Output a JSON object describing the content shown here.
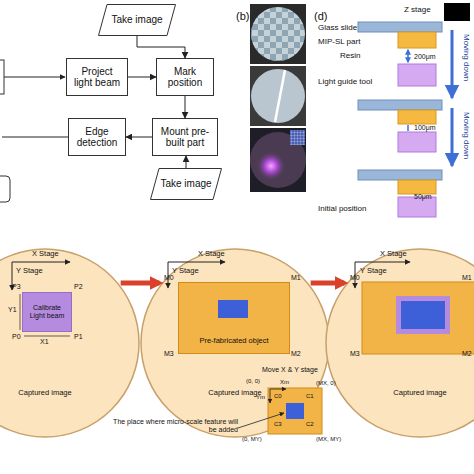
{
  "diagram": {
    "nodes": [
      {
        "text": [
          "Take image"
        ]
      },
      {
        "text": [
          "Project light beam"
        ]
      },
      {
        "text": [
          "Mark position"
        ]
      },
      {
        "text": [
          "Mount pre-built part"
        ]
      },
      {
        "text": [
          "Edge detection"
        ]
      },
      {
        "text": [
          "Take image"
        ]
      },
      {
        "text": [
          "Captured image"
        ]
      },
      {
        "text": [
          "Calibrate Light beam"
        ],
        "in": 6
      },
      {
        "text": [
          "Captured image"
        ]
      },
      {
        "text": [
          "Pre-fabricated object"
        ],
        "in": 8
      },
      {
        "text": [
          "Captured image"
        ]
      }
    ],
    "edges": [
      {
        "from": 1,
        "to": 2,
        "arrow": "to"
      },
      {
        "from": 0,
        "to": 2,
        "arrow": "to"
      },
      {
        "from": 2,
        "to": 3,
        "arrow": "to"
      },
      {
        "from": 5,
        "to": 3,
        "arrow": "to"
      },
      {
        "from": 3,
        "to": 4,
        "arrow": "to"
      },
      {
        "from": 6,
        "to": 8,
        "arrow": "to"
      },
      {
        "from": 8,
        "to": 10,
        "arrow": "to"
      }
    ],
    "labels": [
      "(b)",
      "(d)",
      "Z stage",
      "Glass slide",
      "MIP-SL part",
      "Resin",
      "200μm",
      "Light guide tool",
      "Moving down",
      "100μm",
      "Moving down",
      "Initial position",
      "50μm",
      "X Stage",
      "Y Stage",
      "P3",
      "P2",
      "Y1",
      "P0",
      "P1",
      "X1",
      "X Stage",
      "Y Stage",
      "M0",
      "M1",
      "M3",
      "M2",
      "Move X & Y stage",
      "(0, 0)",
      "Xm",
      "(MX, 0)",
      "Ym",
      "C0",
      "C1",
      "C3",
      "C2",
      "The place where micro-scale feature will be added",
      "(0, MY)",
      "(MX, MY)",
      "X Stage",
      "Y Stage",
      "M0",
      "M1",
      "M3",
      "M2"
    ]
  }
}
